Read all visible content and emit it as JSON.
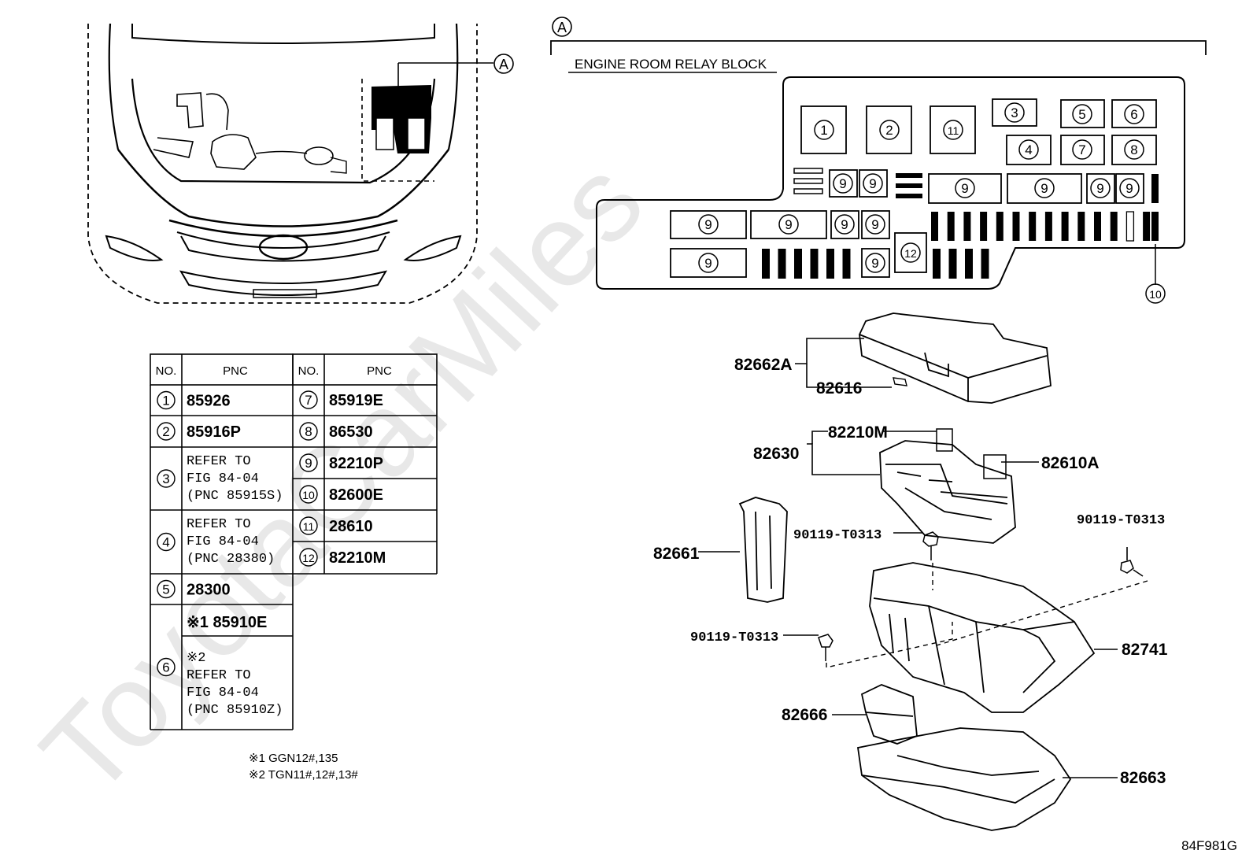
{
  "header": {
    "callout": "A",
    "section_title": "ENGINE ROOM RELAY BLOCK",
    "figure_id": "84F981G"
  },
  "watermark": "ToyotaCarMiles",
  "relay_block": {
    "slots": [
      "1",
      "2",
      "11",
      "3",
      "5",
      "6",
      "4",
      "7",
      "8",
      "9",
      "10",
      "12"
    ]
  },
  "table": {
    "headers": [
      "NO.",
      "PNC",
      "NO.",
      "PNC"
    ],
    "left": [
      {
        "no": "1",
        "pnc": [
          "85926"
        ]
      },
      {
        "no": "2",
        "pnc": [
          "85916P"
        ]
      },
      {
        "no": "3",
        "pnc": [
          "REFER TO",
          "FIG 84-04",
          "(PNC 85915S)"
        ]
      },
      {
        "no": "4",
        "pnc": [
          "REFER TO",
          "FIG 84-04",
          "(PNC 28380)"
        ]
      },
      {
        "no": "5",
        "pnc": [
          "28300"
        ]
      },
      {
        "no": "6",
        "pnc": [
          "※1 85910E",
          "※2",
          "REFER TO",
          "FIG 84-04",
          "(PNC 85910Z)"
        ]
      }
    ],
    "right": [
      {
        "no": "7",
        "pnc": "85919E"
      },
      {
        "no": "8",
        "pnc": "86530"
      },
      {
        "no": "9",
        "pnc": "82210P"
      },
      {
        "no": "10",
        "pnc": "82600E"
      },
      {
        "no": "11",
        "pnc": "28610"
      },
      {
        "no": "12",
        "pnc": "82210M"
      }
    ]
  },
  "notes": [
    "※1 GGN12#,135",
    "※2 TGN11#,12#,13#"
  ],
  "part_labels": {
    "cover": "82662A",
    "cover_clip": "82616",
    "fuse": "82210M",
    "block": "82630",
    "relay": "82610A",
    "bolt_upper": "90119-T0313",
    "bolt_right": "90119-T0313",
    "bolt_lower": "90119-T0313",
    "side_cover": "82661",
    "box": "82741",
    "bracket": "82666",
    "lower_case": "82663"
  }
}
